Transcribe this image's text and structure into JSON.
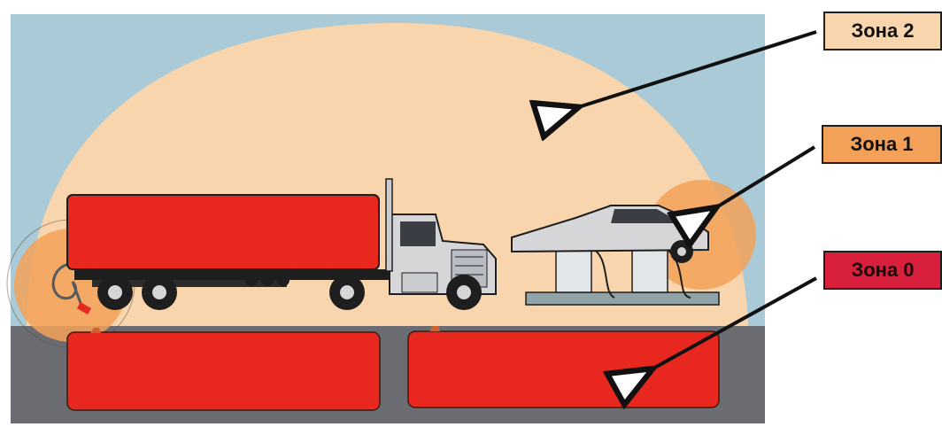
{
  "zones": [
    {
      "id": "zone2",
      "label": "Зона 2",
      "color": "#f9d5ad"
    },
    {
      "id": "zone1",
      "label": "Зона 1",
      "color": "#f3a158"
    },
    {
      "id": "zone0",
      "label": "Зона 0",
      "color": "#d81f3c"
    }
  ],
  "colors": {
    "sky": "#a9cad6",
    "ground": "#6a6c72",
    "tank_red": "#e8271f",
    "truck_body": "#d6d6d9",
    "outline": "#1e1e1e"
  },
  "icons": [
    "fuel-truck-icon",
    "car-icon",
    "fuel-pump-icon",
    "arrow-icon"
  ]
}
